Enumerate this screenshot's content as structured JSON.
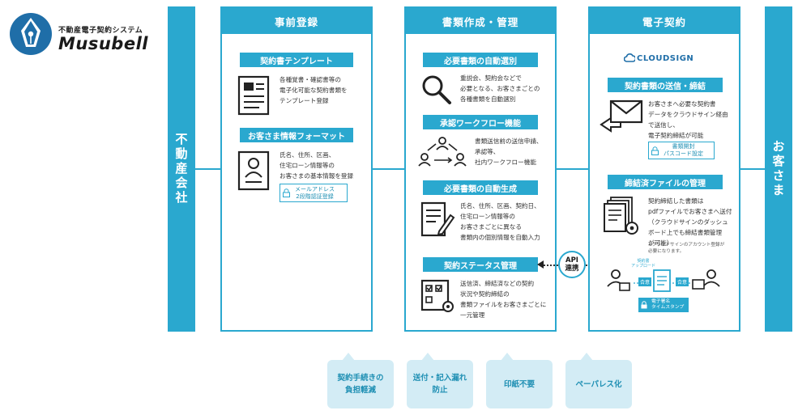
{
  "logo": {
    "subtitle": "不動産電子契約システム",
    "name": "Musubell"
  },
  "left_bar": "不動産会社",
  "right_bar": "お客さま",
  "api_label": [
    "API",
    "連携"
  ],
  "columns": {
    "pre_registration": {
      "title": "事前登録",
      "sections": [
        {
          "label": "契約書テンプレート",
          "lines": [
            "各種覚書・確認書等の",
            "電子化可能な契約書類を",
            "テンプレート登録"
          ]
        },
        {
          "label": "お客さま情報フォーマット",
          "lines": [
            "氏名、住所、区画、",
            "住宅ローン情報等の",
            "お客さまの基本情報を登録"
          ],
          "badge": [
            "メールアドレス",
            "2段階認証登録"
          ]
        }
      ]
    },
    "documents": {
      "title": "書類作成・管理",
      "sections": [
        {
          "label": "必要書類の自動選別",
          "lines": [
            "重説会、契約会などで",
            "必要となる、お客さまごとの",
            "各種書類を自動選別"
          ]
        },
        {
          "label": "承認ワークフロー機能",
          "lines": [
            "書類送信前の送信申請、",
            "承認等、",
            "社内ワークフロー機能"
          ]
        },
        {
          "label": "必要書類の自動生成",
          "lines": [
            "氏名、住所、区画、契約日、",
            "住宅ローン情報等の",
            "お客さまごとに異なる",
            "書類内の個別情報を自動入力"
          ]
        },
        {
          "label": "契約ステータス管理",
          "lines": [
            "送信済、締結済などの契約",
            "状況や契約締結の",
            "書類ファイルをお客さまごとに",
            "一元管理"
          ]
        }
      ]
    },
    "e_contract": {
      "title": "電子契約",
      "brand": "CLOUDSIGN",
      "sections": [
        {
          "label": "契約書類の送信・締結",
          "lines": [
            "お客さまへ必要な契約書",
            "データをクラウドサイン経由",
            "で送信し、",
            "電子契約締結が可能"
          ],
          "badge": [
            "書類開封",
            "パスコード設定"
          ]
        },
        {
          "label": "締結済ファイルの管理",
          "lines": [
            "契約締結した書類は",
            "pdfファイルでお客さまへ送付",
            "（クラウドサインのダッシュ",
            "ボード上でも締結書類管理",
            "が可能）"
          ],
          "notes": [
            "※クラウドサインのアカウント登録が",
            "必要になります。"
          ]
        }
      ],
      "flow": {
        "upload": [
          "契約書",
          "アップロード"
        ],
        "sign_left": "合意",
        "sign_right": "合意",
        "stamp_badge": [
          "電子署名",
          "タイムスタンプ"
        ]
      }
    }
  },
  "benefits": [
    [
      "契約手続きの",
      "負担軽減"
    ],
    [
      "送付・記入漏れ",
      "防止"
    ],
    [
      "印紙不要"
    ],
    [
      "ペーパレス化"
    ]
  ],
  "colors": {
    "accent": "#2aa8cf",
    "benefit_bg": "#d3ecf5",
    "benefit_text": "#1e8fb3"
  }
}
